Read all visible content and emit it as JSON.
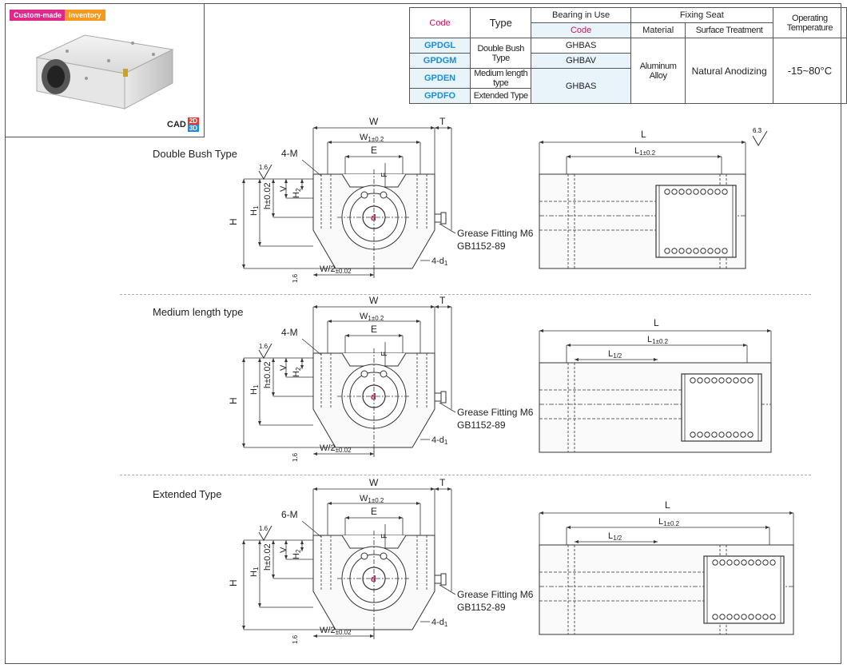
{
  "badges": {
    "custom": "Custom-made",
    "inventory": "Inventory"
  },
  "cad": {
    "label": "CAD",
    "two_d": "2D",
    "three_d": "3D"
  },
  "table": {
    "headers": {
      "code": "Code",
      "type": "Type",
      "bearing": "Bearing in Use",
      "bearing_code": "Code",
      "fixing_seat": "Fixing Seat",
      "material": "Material",
      "surface": "Surface Treatment",
      "temp": "Operating Temperature"
    },
    "rows": [
      {
        "code": "GPDGL",
        "bearing": "GHBAS"
      },
      {
        "code": "GPDGM",
        "bearing": "GHBAV"
      },
      {
        "code": "GPDEN"
      },
      {
        "code": "GPDFO"
      }
    ],
    "types": {
      "double": "Double Bush Type",
      "medium": "Medium length type",
      "extended": "Extended Type"
    },
    "bearing_merged": "GHBAS",
    "material": "Aluminum Alloy",
    "surface": "Natural Anodizing",
    "temp": "-15~80°C"
  },
  "roughness": "6.3",
  "sections": [
    {
      "title": "Double Bush Type",
      "m_label": "4-M"
    },
    {
      "title": "Medium length type",
      "m_label": "4-M"
    },
    {
      "title": "Extended Type",
      "m_label": "6-M"
    }
  ],
  "dims": {
    "W": "W",
    "W1": "W1±0.2",
    "T": "T",
    "E": "E",
    "F": "F",
    "H": "H",
    "H1": "H1",
    "h": "h±0.02",
    "V": "V",
    "H2": "H2",
    "d": "d",
    "d1": "4-d1",
    "W2": "W/2±0.02",
    "rough": "1.6",
    "grease": "Grease Fitting M6",
    "gb": "GB1152-89",
    "L": "L",
    "L1": "L1±0.2",
    "L1half": "L1/2"
  }
}
